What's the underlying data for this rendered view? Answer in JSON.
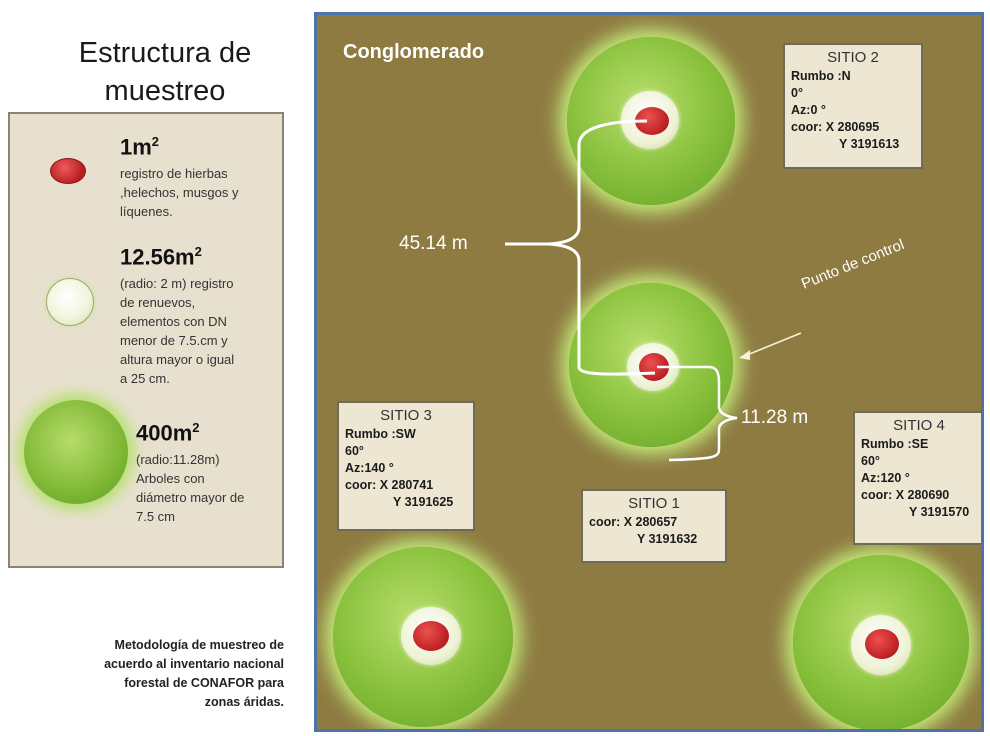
{
  "legend_title_line1": "Estructura de",
  "legend_title_line2": "muestreo",
  "legend": [
    {
      "area": "1m",
      "sup": "2",
      "text_lines": [
        "registro de hierbas",
        ",helechos, musgos y",
        "líquenes."
      ]
    },
    {
      "area": "12.56m",
      "sup": "2",
      "text_lines": [
        "(radio: 2 m) registro",
        "de  renuevos,",
        "elementos  con DN",
        "menor de 7.5.cm  y",
        "altura mayor o igual",
        "a 25 cm."
      ]
    },
    {
      "area": "400m",
      "sup": "2",
      "text_lines": [
        "(radio:11.28m)",
        "Arboles con",
        "diámetro  mayor de",
        "7.5 cm"
      ]
    }
  ],
  "caption_lines": [
    "Metodología de muestreo de",
    "acuerdo al inventario nacional",
    "forestal de CONAFOR para",
    "zonas áridas."
  ],
  "field_title": "Conglomerado",
  "distance_1": "45.14 m",
  "distance_2": "11.28 m",
  "control_point_label": "Punto de control",
  "sites": {
    "sitio2": {
      "title": "SITIO 2",
      "lines": [
        "Rumbo :N",
        "0°",
        "Az:0 °",
        "coor: X 280695",
        "Y 3191613"
      ]
    },
    "sitio3": {
      "title": "SITIO 3",
      "lines": [
        "Rumbo :SW",
        "60°",
        "Az:140 °",
        "coor: X 280741",
        "Y 3191625"
      ]
    },
    "sitio1": {
      "title": "SITIO 1",
      "lines": [
        "coor: X 280657",
        "Y 3191632"
      ]
    },
    "sitio4": {
      "title": "SITIO 4",
      "lines": [
        "Rumbo :SE",
        "60°",
        "Az:120 °",
        "coor: X 280690",
        "Y 3191570"
      ]
    }
  },
  "colors": {
    "field_bg": "#8e7b42",
    "field_border": "#4b74a8",
    "plot_green": "#86bf3a",
    "microplot_red": "#b81c1f",
    "legend_bg": "#e7e0cf"
  }
}
